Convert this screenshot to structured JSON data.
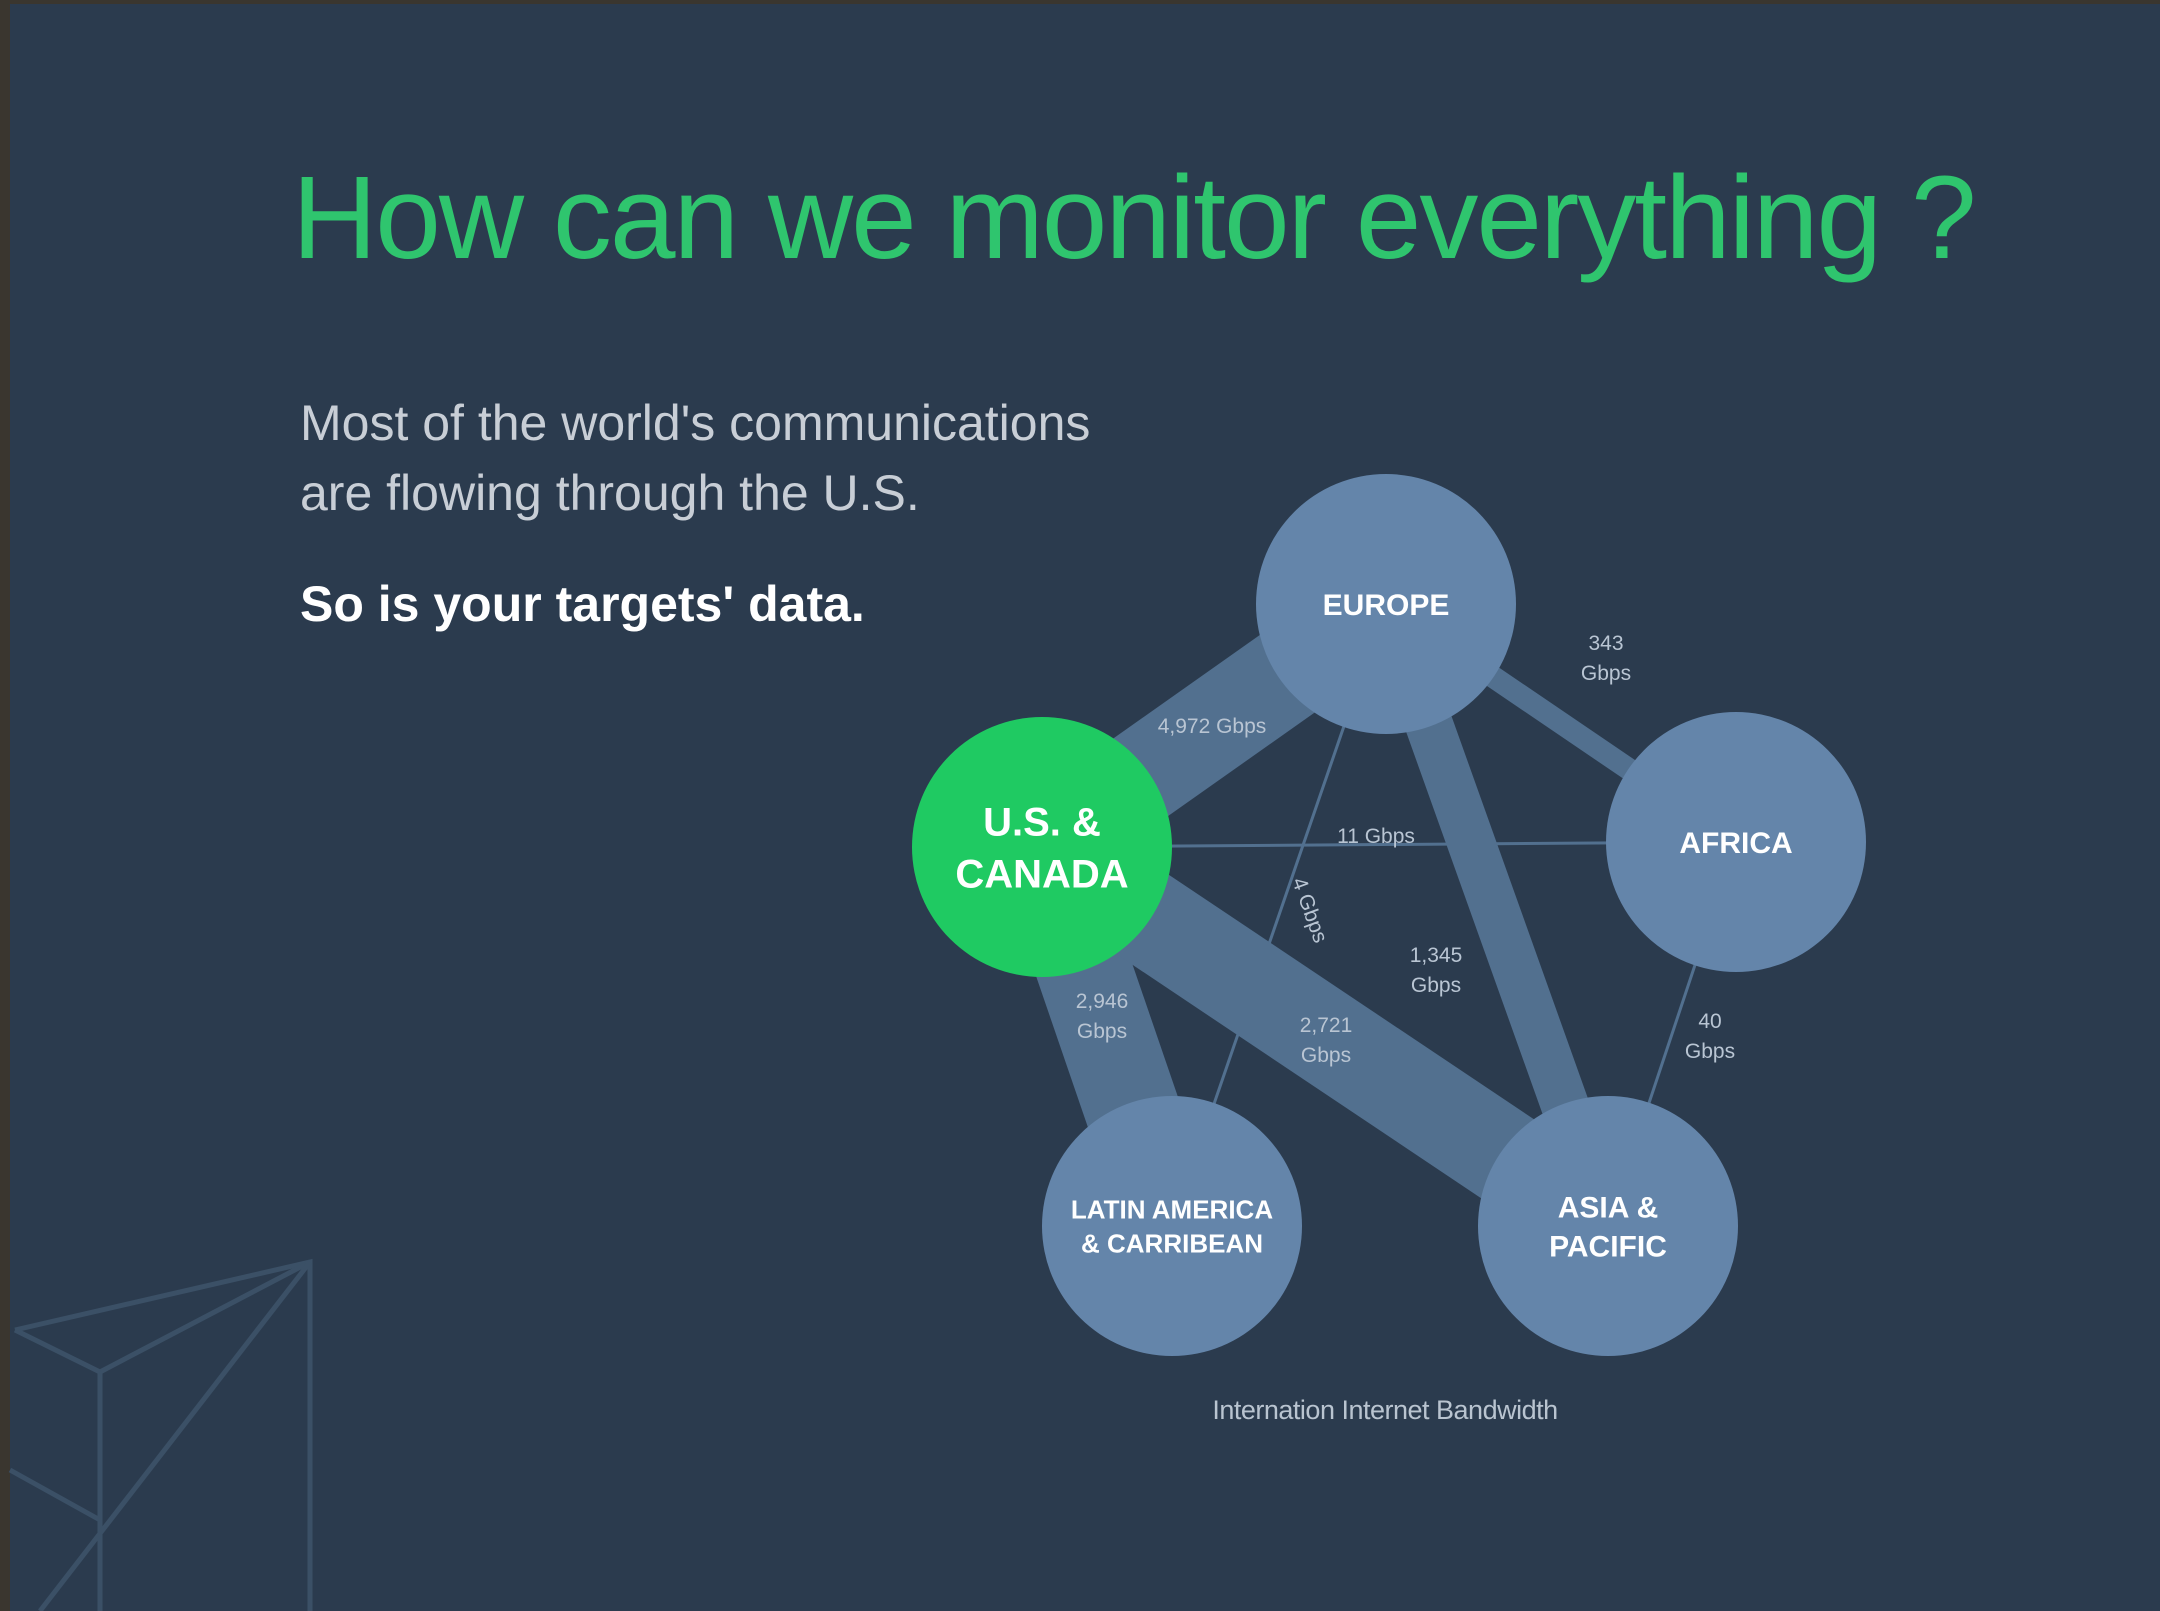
{
  "title": "How can we monitor everything ?",
  "subtitle": {
    "line1": "Most of the world's communications",
    "line2": "are flowing through the U.S."
  },
  "emphasis": "So is your targets' data.",
  "diagram": {
    "caption": "Internation Internet Bandwidth",
    "colors": {
      "highlight_node": "#1fca62",
      "node": "#6485aa",
      "link": "#52708f",
      "background": "#2b3b4e"
    },
    "nodes": [
      {
        "id": "europe",
        "lines": [
          "EUROPE"
        ],
        "highlight": false
      },
      {
        "id": "us-canada",
        "lines": [
          "U.S. &",
          "CANADA"
        ],
        "highlight": true
      },
      {
        "id": "africa",
        "lines": [
          "AFRICA"
        ],
        "highlight": false
      },
      {
        "id": "latin-america",
        "lines": [
          "LATIN AMERICA",
          "& CARRIBEAN"
        ],
        "highlight": false
      },
      {
        "id": "asia-pacific",
        "lines": [
          "ASIA &",
          "PACIFIC"
        ],
        "highlight": false
      }
    ],
    "links": [
      {
        "from": "us-canada",
        "to": "europe",
        "lines": [
          "4,972 Gbps"
        ],
        "gbps": 4972
      },
      {
        "from": "europe",
        "to": "africa",
        "lines": [
          "343",
          "Gbps"
        ],
        "gbps": 343
      },
      {
        "from": "us-canada",
        "to": "africa",
        "lines": [
          "11 Gbps"
        ],
        "gbps": 11
      },
      {
        "from": "europe",
        "to": "latin-america",
        "lines": [
          "4 Gbps"
        ],
        "gbps": 4
      },
      {
        "from": "europe",
        "to": "asia-pacific",
        "lines": [
          "1,345",
          "Gbps"
        ],
        "gbps": 1345
      },
      {
        "from": "us-canada",
        "to": "latin-america",
        "lines": [
          "2,946",
          "Gbps"
        ],
        "gbps": 2946
      },
      {
        "from": "us-canada",
        "to": "asia-pacific",
        "lines": [
          "2,721",
          "Gbps"
        ],
        "gbps": 2721
      },
      {
        "from": "africa",
        "to": "asia-pacific",
        "lines": [
          "40",
          "Gbps"
        ],
        "gbps": 40
      }
    ]
  }
}
